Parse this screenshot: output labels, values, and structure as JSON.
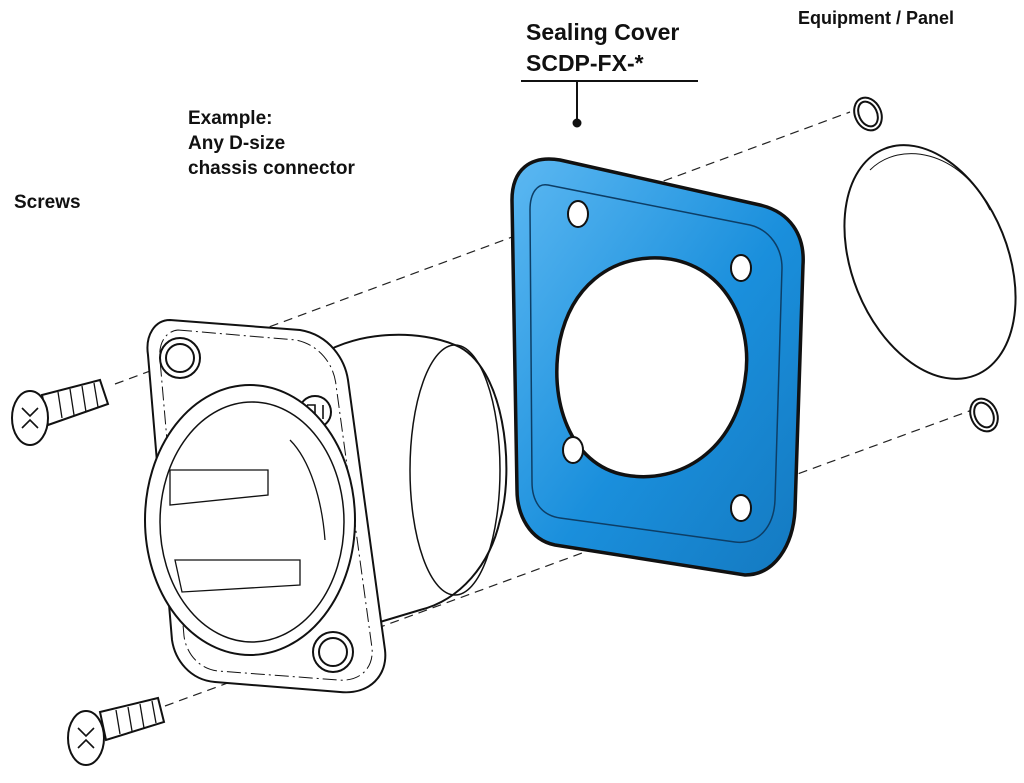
{
  "labels": {
    "screws": "Screws",
    "example_line1": "Example:",
    "example_line2": "Any D-size",
    "example_line3": "chassis connector",
    "cover_title": "Sealing Cover",
    "cover_code": "SCDP-FX-*",
    "panel": "Equipment / Panel"
  },
  "colors": {
    "cover_fill": "#1a8fdc",
    "cover_highlight": "#5cb8f2",
    "line": "#111111"
  },
  "icons": {
    "brand_logo": "logo-icon",
    "screw": "torx-screw-icon"
  }
}
